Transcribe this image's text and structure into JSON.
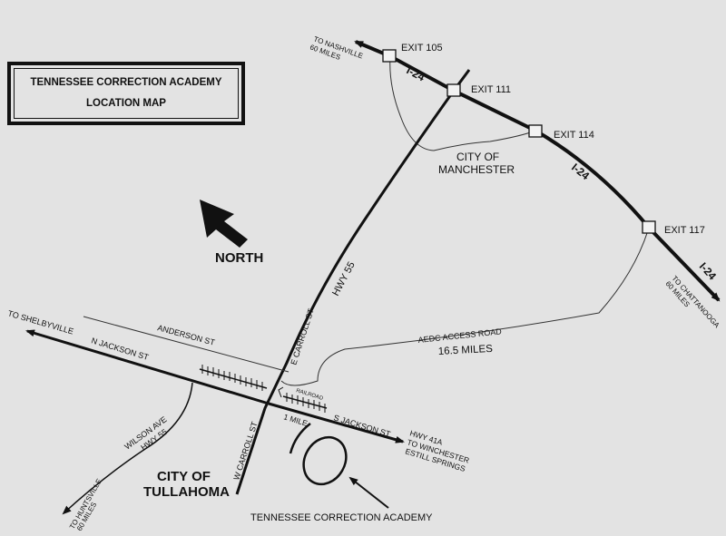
{
  "title": {
    "line1": "TENNESSEE CORRECTION ACADEMY",
    "line2": "LOCATION MAP"
  },
  "compass": {
    "label": "NORTH",
    "icon": "north-arrow-icon"
  },
  "interstate": {
    "name_upper": "I-24",
    "name_middle": "I-24",
    "name_lower": "I-24",
    "exits": [
      "EXIT 105",
      "EXIT 111",
      "EXIT 114",
      "EXIT 117"
    ],
    "to_nashville": [
      "TO NASHVILLE",
      "60 MILES"
    ],
    "to_chattanooga": [
      "TO CHATTANOOGA",
      "60 MILES"
    ]
  },
  "cities": {
    "manchester": [
      "CITY OF",
      "MANCHESTER"
    ],
    "tullahoma": [
      "CITY OF",
      "TULLAHOMA"
    ]
  },
  "roads": {
    "hwy55": "HWY 55",
    "e_carroll": "E CARROLL ST",
    "w_carroll": "W CARROLL ST",
    "anderson": "ANDERSON ST",
    "n_jackson": "N JACKSON ST",
    "s_jackson": "S JACKSON ST",
    "to_shelbyville": "TO SHELBYVILLE",
    "wilson_ave": [
      "WILSON AVE",
      "HWY 55"
    ],
    "to_huntsville": [
      "TO HUNTSVILLE",
      "60 MILES"
    ],
    "hwy41a": [
      "HWY 41A",
      "TO WINCHESTER",
      "ESTILL SPRINGS"
    ],
    "aedc": "AEDC ACCESS ROAD",
    "aedc_miles": "16.5 MILES",
    "railroad": "RAILROAD",
    "one_mile": "1 MILE"
  },
  "academy_label": "TENNESSEE CORRECTION ACADEMY"
}
